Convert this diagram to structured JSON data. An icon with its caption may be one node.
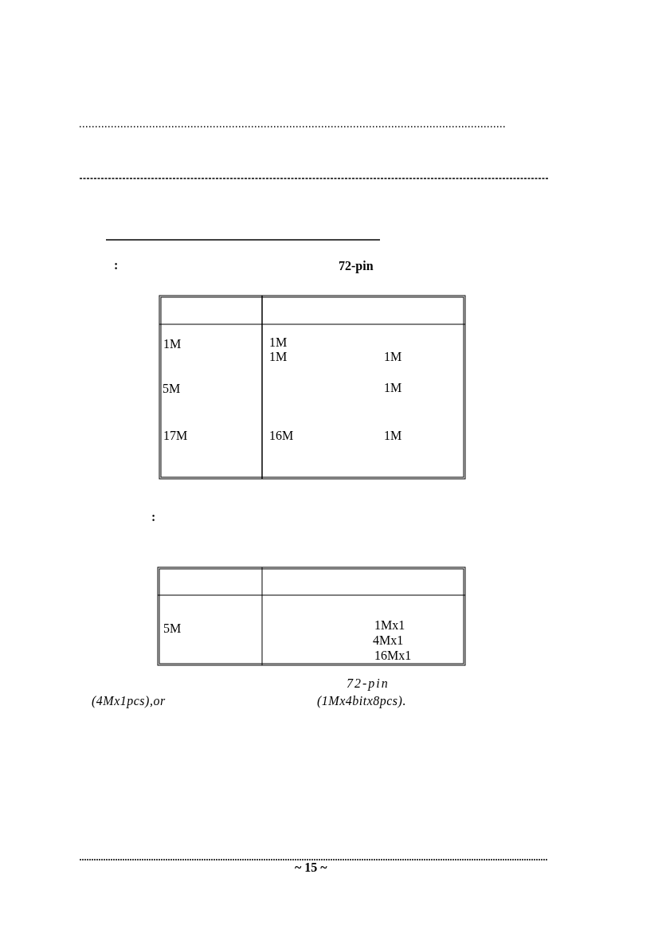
{
  "diagram": {
    "labels": [
      ":",
      "72-pin",
      "1M",
      "1M",
      "1M",
      "1M",
      "5M",
      "1M",
      "17M",
      "16M",
      "1M",
      ":",
      "5M",
      "1Mx1",
      "4Mx1",
      "16Mx1",
      "72-pin",
      "(4Mx1pcs),or",
      "(1Mx4bitx8pcs).",
      "~ 15 ~"
    ]
  }
}
